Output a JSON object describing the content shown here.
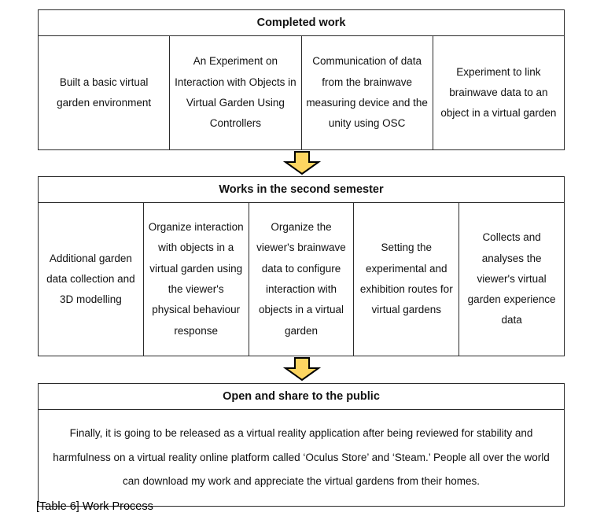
{
  "document": {
    "caption": "[Table 6] Work Process"
  },
  "colors": {
    "arrow_fill": "#FCD561",
    "arrow_stroke": "#000000",
    "table_border": "#2b2b2b",
    "text": "#111111",
    "background": "#ffffff"
  },
  "tables": [
    {
      "id": "completed-work",
      "header": "Completed work",
      "columns": [
        "Built a basic virtual garden environment",
        "An Experiment on Interaction with Objects in Virtual Garden Using Controllers",
        "Communication of data from the brainwave measuring device and the unity using OSC",
        "Experiment to link brainwave data to an object in a virtual garden"
      ]
    },
    {
      "id": "second-semester",
      "header": "Works in the second semester",
      "columns": [
        "Additional garden data collection and 3D modelling",
        "Organize interaction with objects in a virtual garden using the viewer's physical behaviour response",
        "Organize the viewer's brainwave data to configure interaction with objects in a virtual garden",
        "Setting the experimental and exhibition routes for virtual gardens",
        "Collects and analyses the viewer's virtual garden experience data"
      ]
    },
    {
      "id": "open-share",
      "header": "Open and share to the public",
      "paragraph": "Finally, it is going to be released as a virtual reality application after being reviewed for stability and harmfulness on a virtual reality online platform called ‘Oculus Store’ and ‘Steam.’ People all over the world can download my work and appreciate the virtual gardens from their homes."
    }
  ],
  "arrows": [
    {
      "id": "arrow-one",
      "direction": "down"
    },
    {
      "id": "arrow-two",
      "direction": "down"
    }
  ]
}
